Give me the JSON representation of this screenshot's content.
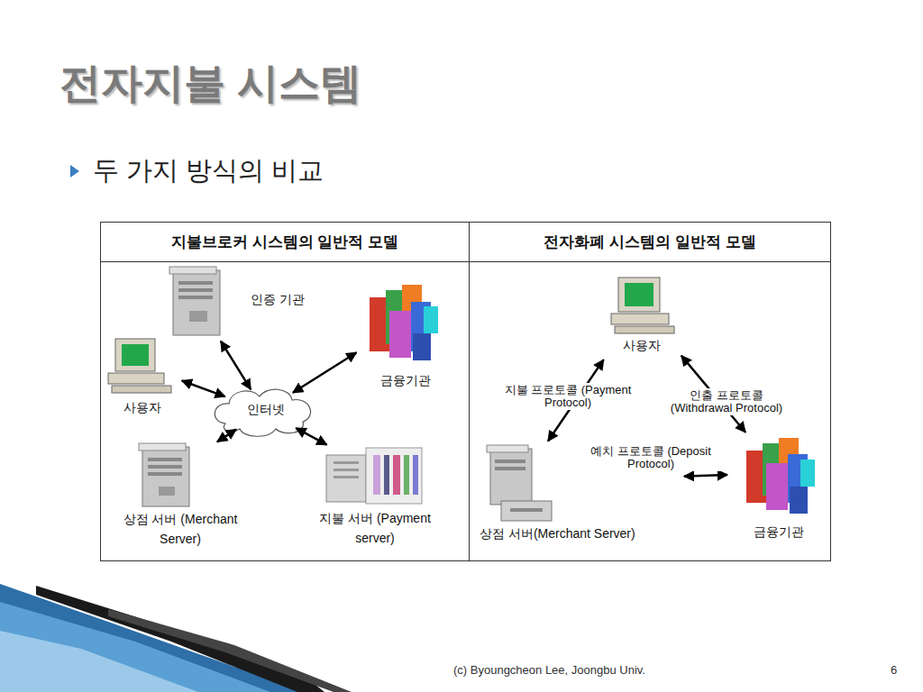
{
  "diagram": {
    "title": "전자지불 시스템",
    "nodes": [
      {
        "text": [
          "지불브로커 시스템의 일반적 모델"
        ]
      },
      {
        "text": [
          "인증 기관"
        ],
        "in": 0
      },
      {
        "text": [
          "금융기관"
        ],
        "in": 0
      },
      {
        "text": [
          "사용자"
        ],
        "in": 0
      },
      {
        "text": [
          "인터넷"
        ],
        "in": 0
      },
      {
        "text": [
          "상점 서버 (Merchant Server)"
        ],
        "in": 0
      },
      {
        "text": [
          "지불 서버 (Payment server)"
        ],
        "in": 0
      },
      {
        "text": [
          "전자화폐 시스템의 일반적 모델"
        ]
      },
      {
        "text": [
          "사용자"
        ],
        "in": 7
      },
      {
        "text": [
          "상점 서버(Merchant Server)"
        ],
        "in": 7
      },
      {
        "text": [
          "금융기관"
        ],
        "in": 7
      }
    ],
    "edges": [
      {
        "from": 4,
        "to": 1,
        "arrow": "both"
      },
      {
        "from": 4,
        "to": 2,
        "arrow": "both"
      },
      {
        "from": 4,
        "to": 3,
        "arrow": "both"
      },
      {
        "from": 4,
        "to": 5,
        "arrow": "both"
      },
      {
        "from": 4,
        "to": 6,
        "arrow": "both"
      },
      {
        "from": 8,
        "to": 9,
        "label": "지불 프로토콜 (Payment Protocol)",
        "arrow": "both"
      },
      {
        "from": 8,
        "to": 10,
        "label": "인출 프로토콜 (Withdrawal Protocol)",
        "arrow": "both"
      },
      {
        "from": 9,
        "to": 10,
        "label": "예치 프로토콜 (Deposit Protocol)",
        "arrow": "both"
      }
    ],
    "labels": [
      "두 가지 방식의 비교",
      "(c) Byoungcheon Lee, Joongbu Univ.",
      "6"
    ]
  }
}
